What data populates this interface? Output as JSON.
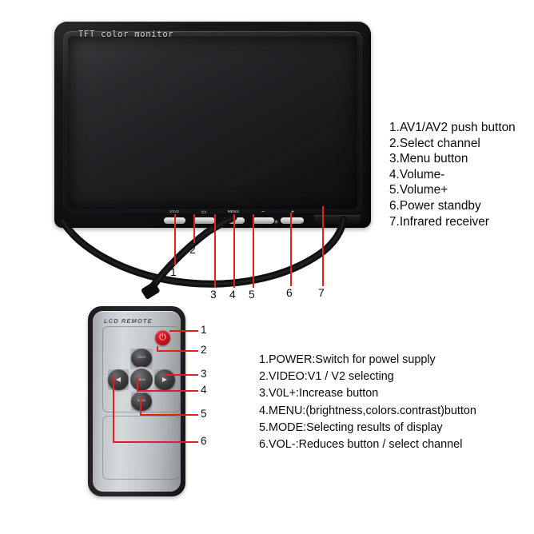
{
  "monitor": {
    "brand_label": "TFT color monitor",
    "buttons": [
      {
        "name": "av-select",
        "label": "V1V2",
        "glyph": ""
      },
      {
        "name": "channel-select",
        "label": "",
        "glyph": "▭"
      },
      {
        "name": "menu",
        "label": "MENU",
        "glyph": ""
      },
      {
        "name": "volume-down",
        "label": "",
        "glyph": "−"
      },
      {
        "name": "volume-up",
        "label": "",
        "glyph": "+"
      }
    ],
    "power_button_label": "",
    "led_label": "",
    "ir_window_label": ""
  },
  "monitor_legend": {
    "items": [
      "1.AV1/AV2 push button",
      "2.Select channel",
      "3.Menu button",
      "4.Volume-",
      "5.Volume+",
      "6.Power standby",
      "7.Infrared receiver"
    ]
  },
  "monitor_callouts": {
    "numbers": [
      "1",
      "2",
      "3",
      "4",
      "5",
      "6",
      "7"
    ]
  },
  "remote": {
    "title": "LCD  REMOTE",
    "power_glyph": "⏻",
    "keys": {
      "up": "VIDEO",
      "left": "◀",
      "center": "MENU",
      "right": "▶",
      "down": "MODE"
    }
  },
  "remote_callouts": {
    "numbers": [
      "1",
      "2",
      "3",
      "4",
      "5",
      "6"
    ]
  },
  "remote_legend": {
    "items": [
      "1.POWER:Switch for powel supply",
      "2.VIDEO:V1 / V2 selecting",
      "3.V0L+:Increase button",
      "4.MENU:(brightness,colors.contrast)button",
      "5.MODE:Selecting results of display",
      "6.VOL-:Reduces button / select channel"
    ]
  },
  "colors": {
    "leader_line": "#e02020",
    "power_button": "#c8101c",
    "background": "#ffffff",
    "monitor_body": "#141416",
    "remote_face": "#c6cacd"
  }
}
